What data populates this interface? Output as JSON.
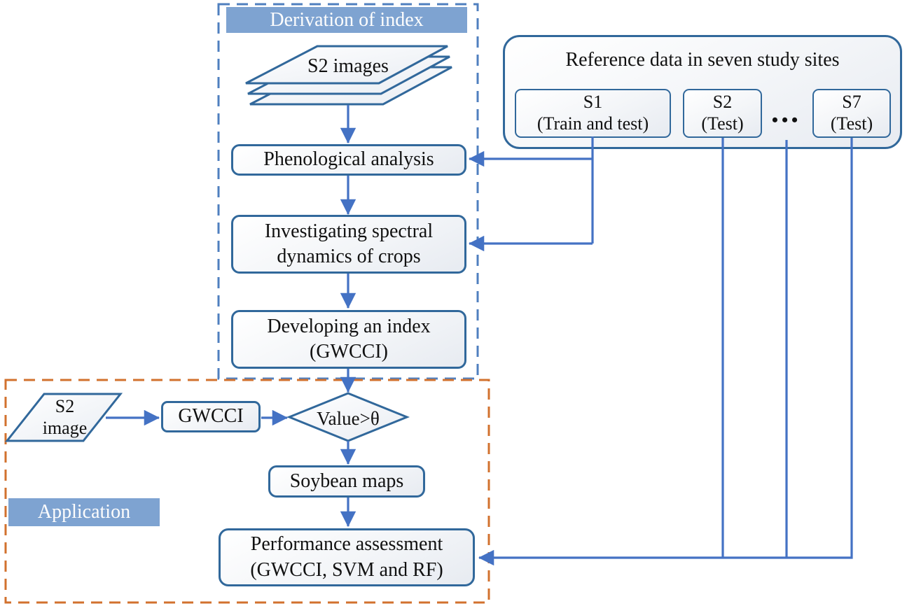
{
  "colors": {
    "connector_blue": "#4472c4",
    "box_border_blue": "#31689b",
    "dashed_blue": "#4f7fbf",
    "dashed_orange": "#d2712e",
    "banner_bg": "#7ea3d1",
    "banner_text": "#fdfdfd",
    "text": "#111111"
  },
  "derivation": {
    "label": "Derivation of index",
    "s2_images_label": "S2 images",
    "phenological": "Phenological analysis",
    "investigating": "Investigating spectral\ndynamics of crops",
    "developing": "Developing an index\n(GWCCI)"
  },
  "reference": {
    "title": "Reference data in seven study sites",
    "sites": [
      {
        "name": "S1",
        "role": "(Train and test)"
      },
      {
        "name": "S2",
        "role": "(Test)"
      },
      {
        "name": "S7",
        "role": "(Test)"
      }
    ],
    "ellipsis": "•••"
  },
  "application": {
    "label": "Application",
    "s2_image_label": "S2\nimage",
    "gwcci": "GWCCI",
    "decision": "Value>θ",
    "soybean": "Soybean maps",
    "performance": "Performance assessment\n(GWCCI, SVM and RF)"
  }
}
